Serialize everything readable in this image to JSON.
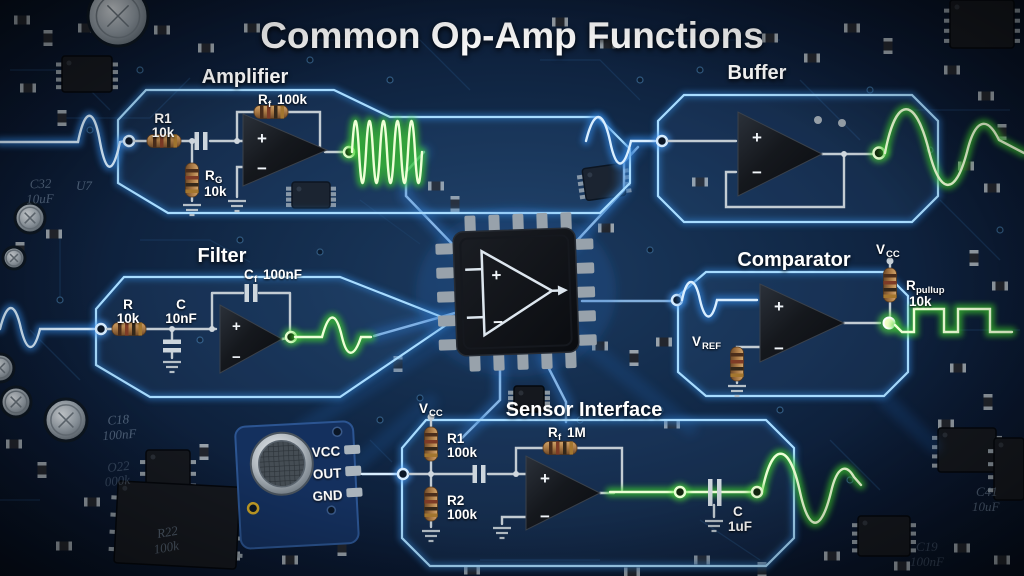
{
  "title": "Common Op-Amp Functions",
  "blocks": {
    "amplifier": {
      "label": "Amplifier",
      "r1_name": "R1",
      "r1_value": "10k",
      "rf_name": "R",
      "rf_sub": "f",
      "rf_value": "100k",
      "rg_name": "R",
      "rg_sub": "G",
      "rg_value": "10k"
    },
    "buffer": {
      "label": "Buffer"
    },
    "filter": {
      "label": "Filter",
      "r_name": "R",
      "r_value": "10k",
      "c_name": "C",
      "c_value": "10nF",
      "cf_name": "C",
      "cf_sub": "f",
      "cf_value": "100nF"
    },
    "comparator": {
      "label": "Comparator",
      "vcc_name": "V",
      "vcc_sub": "CC",
      "rpullup_name": "R",
      "rpullup_sub": "pullup",
      "rpullup_value": "10k",
      "vref_name": "V",
      "vref_sub": "REF"
    },
    "sensor_interface": {
      "label": "Sensor Interface",
      "vcc_name": "V",
      "vcc_sub": "CC",
      "r1_name": "R1",
      "r1_value": "100k",
      "r2_name": "R2",
      "r2_value": "100k",
      "rf_name": "R",
      "rf_sub": "f",
      "rf_value": "1M",
      "c_name": "C",
      "c_value": "1uF",
      "pin_vcc": "VCC",
      "pin_out": "OUT",
      "pin_gnd": "GND"
    }
  },
  "opamp": {
    "plus": "+",
    "minus": "−"
  },
  "board_labels": {
    "c32_ref": "C32",
    "c32_value": "10uF",
    "u7_ref": "U7",
    "c18_ref": "C18",
    "c18_value": "100nF",
    "o22_ref": "O22",
    "o22_value": "000k",
    "r22_ref": "R22",
    "r22_value": "100k",
    "c41_ref": "C41",
    "c41_value": "10uF",
    "c19_ref": "C19",
    "c19_value": "100nF"
  },
  "colors": {
    "trace_blue": "#4da2ff",
    "signal_green": "#52e23c",
    "board_navy": "#0d1f38",
    "box_outline": "#a8dcff"
  }
}
